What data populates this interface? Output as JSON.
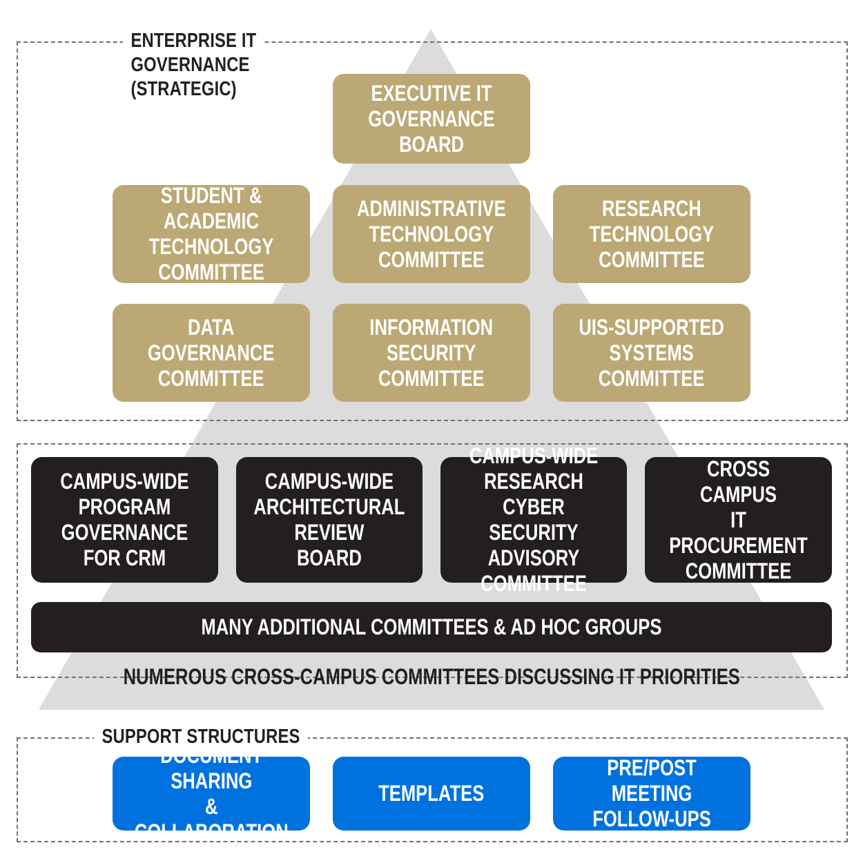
{
  "colors": {
    "gold": "#bca874",
    "black": "#231f20",
    "blue": "#0072e0",
    "pyramid": "#dcdcdc",
    "frame": "#6f6f6f"
  },
  "strategic": {
    "label": "ENTERPRISE IT\nGOVERNANCE\n(STRATEGIC)",
    "executive_board": "EXECUTIVE IT\nGOVERNANCE BOARD",
    "committees": [
      "STUDENT & ACADEMIC\nTECHNOLOGY\nCOMMITTEE",
      "ADMINISTRATIVE\nTECHNOLOGY\nCOMMITTEE",
      "RESEARCH\nTECHNOLOGY\nCOMMITTEE",
      "DATA\nGOVERNANCE\nCOMMITTEE",
      "INFORMATION\nSECURITY\nCOMMITTEE",
      "UIS-SUPPORTED\nSYSTEMS\nCOMMITTEE"
    ]
  },
  "cross_campus": {
    "committees": [
      "CAMPUS-WIDE\nPROGRAM\nGOVERNANCE\nFOR CRM",
      "CAMPUS-WIDE\nARCHITECTURAL\nREVIEW\nBOARD",
      "CAMPUS-WIDE\nRESEARCH CYBER\nSECURITY ADVISORY\nCOMMITTEE",
      "CROSS CAMPUS\nIT PROCUREMENT\nCOMMITTEE"
    ],
    "additional": "MANY ADDITIONAL COMMITTEES & AD HOC GROUPS",
    "caption": "NUMEROUS CROSS-CAMPUS COMMITTEES DISCUSSING IT PRIORITIES"
  },
  "support": {
    "label": "SUPPORT STRUCTURES",
    "items": [
      "DOCUMENT SHARING\n& COLLABORATION",
      "TEMPLATES",
      "PRE/POST MEETING\nFOLLOW-UPS"
    ]
  }
}
